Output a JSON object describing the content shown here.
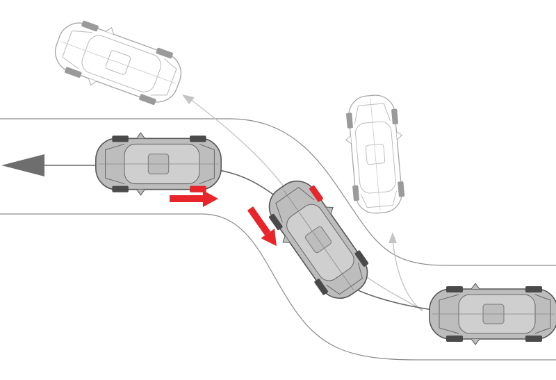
{
  "diagram": {
    "colors": {
      "background": "#ffffff",
      "road_edge": "#8c8c8c",
      "path_main": "#666666",
      "path_ghost": "#c4c4c4",
      "car_body": "#bdbdbd",
      "car_roof": "#d0d0d0",
      "car_outline": "#555555",
      "ghost_body": "#ffffff",
      "ghost_outline": "#b0b0b0",
      "tire": "#4a4a4a",
      "ghost_tire": "#9a9a9a",
      "brake_highlight": "#e8252b",
      "arrow_gray": "#6e6e6e"
    },
    "vehicles": [
      {
        "id": "car-exit-left",
        "style": "solid",
        "braked_wheel": "rear-right",
        "heading_deg": 180
      },
      {
        "id": "car-mid-corner",
        "style": "solid",
        "braked_wheel": "front-left",
        "heading_deg": 235
      },
      {
        "id": "car-entry",
        "style": "solid",
        "braked_wheel": "none",
        "heading_deg": 180
      },
      {
        "id": "ghost-oversteer",
        "style": "ghost",
        "braked_wheel": "none",
        "heading_deg": 200
      },
      {
        "id": "ghost-understeer",
        "style": "ghost",
        "braked_wheel": "none",
        "heading_deg": 265
      }
    ],
    "icons": [
      "direction-arrow-icon",
      "brake-force-arrow-icon"
    ]
  }
}
